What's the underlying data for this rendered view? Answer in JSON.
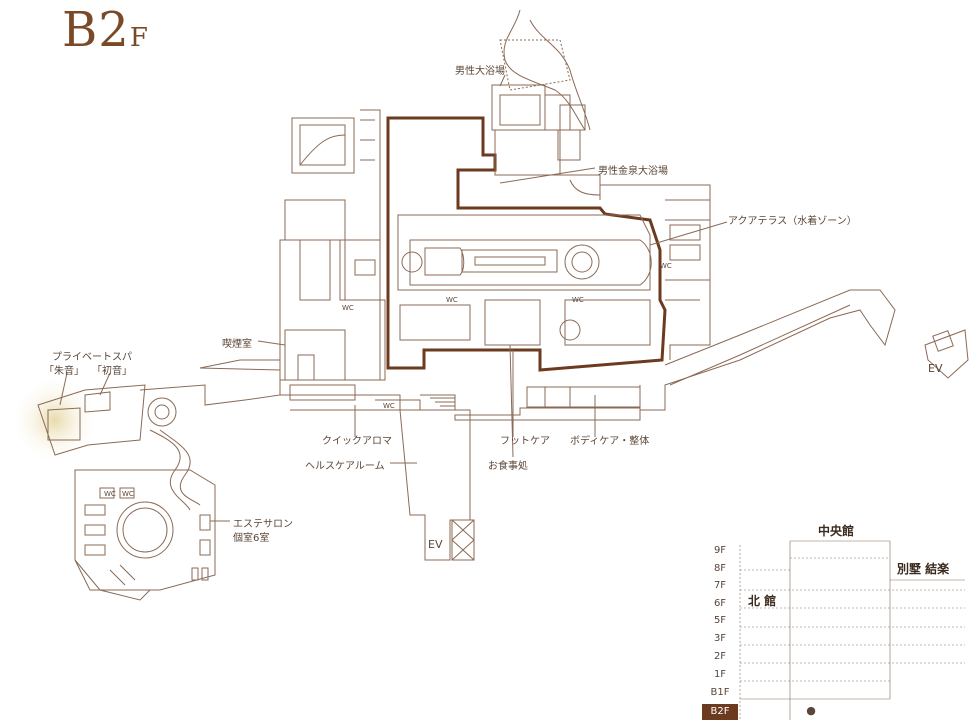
{
  "floor": {
    "main": "B2",
    "suffix": "F"
  },
  "labels": {
    "mens_bath": "男性大浴場",
    "mens_kinsen_bath": "男性金泉大浴場",
    "aqua_terrace": "アクアテラス（水着ゾーン）",
    "smoking": "喫煙室",
    "private_spa_title": "プライベートスパ",
    "private_spa_1": "「朱音」",
    "private_spa_2": "「初音」",
    "quick_aroma": "クイックアロマ",
    "health_care": "ヘルスケアルーム",
    "foot_care": "フットケア",
    "body_care": "ボディケア・整体",
    "dining": "お食事処",
    "esthe_1": "エステサロン",
    "esthe_2": "個室6室",
    "ev_right": "EV",
    "ev_center": "EV",
    "wc": "WC"
  },
  "legend": {
    "buildings": {
      "north": "北 館",
      "center": "中央館",
      "annex": "別墅 結楽"
    },
    "floors": [
      "9F",
      "8F",
      "7F",
      "6F",
      "5F",
      "3F",
      "2F",
      "1F",
      "B1F",
      "B2F"
    ],
    "current_floor": "B2F",
    "current_marker": "●"
  },
  "colors": {
    "line": "#8a6a55",
    "accent": "#6b3a1f",
    "highlight": "#e8d9a8"
  }
}
